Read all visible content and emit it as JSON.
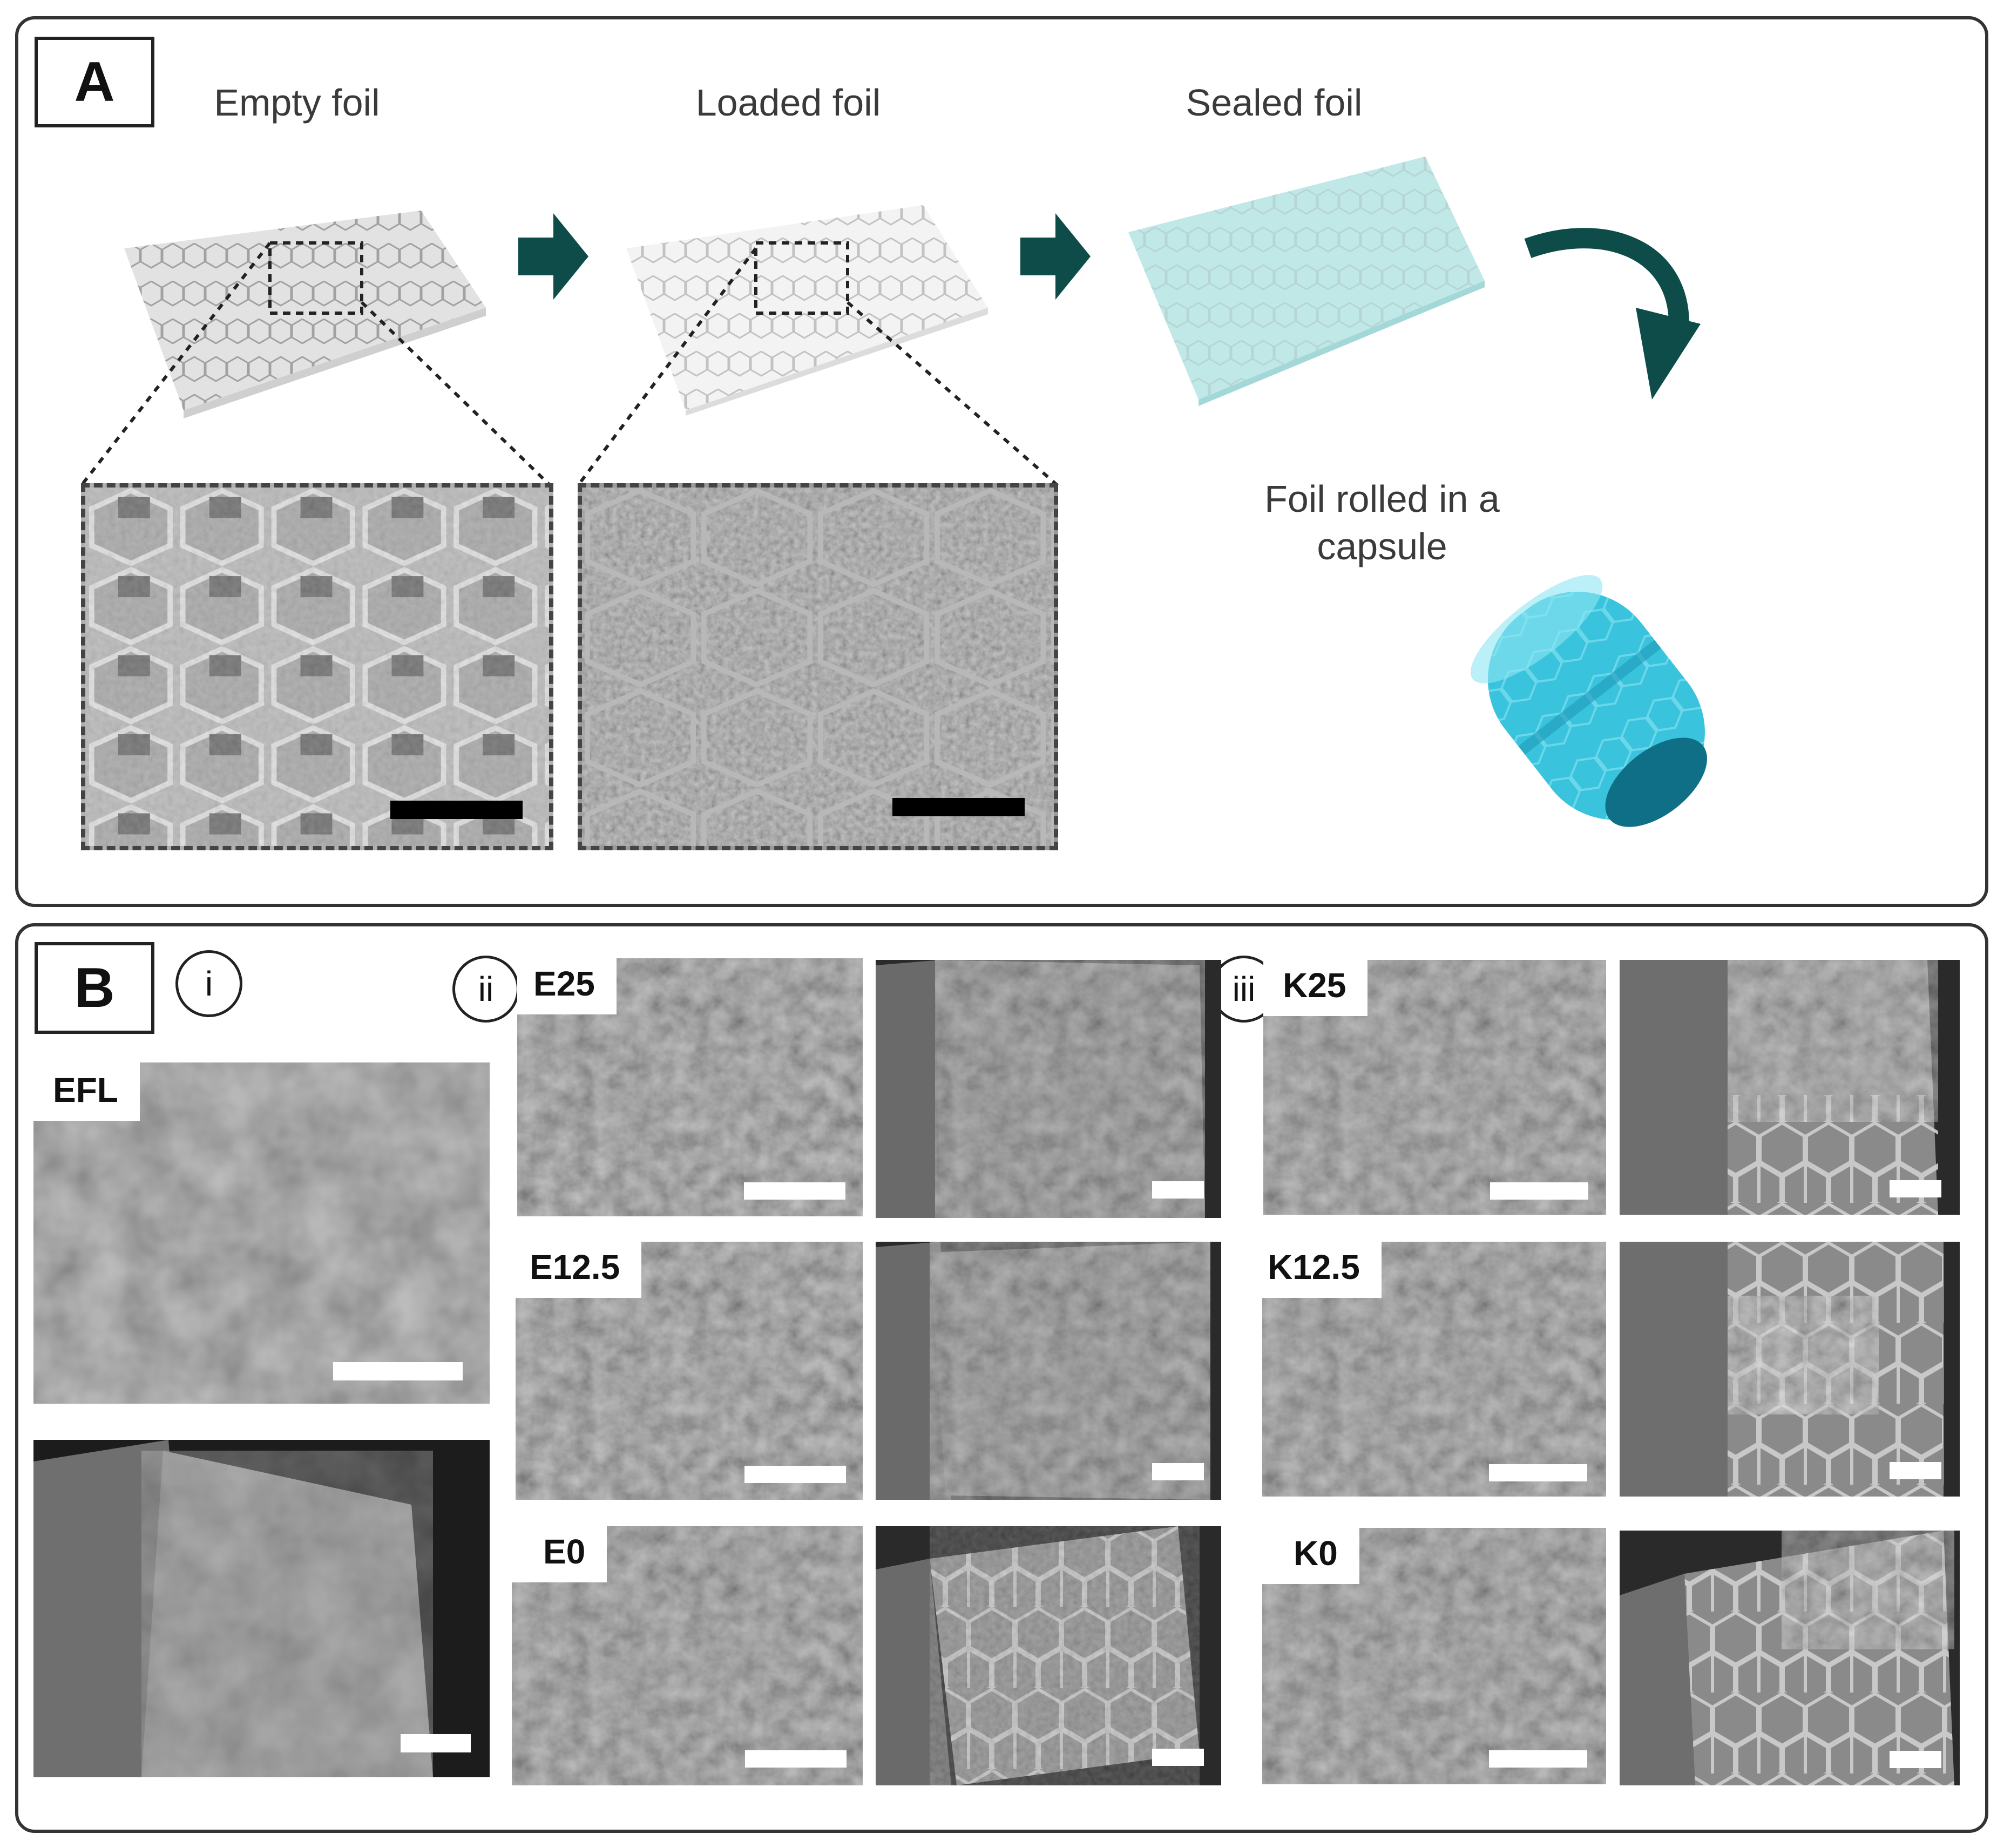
{
  "panel_a": {
    "letter": "A",
    "steps": [
      "Empty foil",
      "Loaded foil",
      "Sealed foil"
    ],
    "capsule_label": "Foil rolled in a capsule",
    "colors": {
      "arrow": "#0e4c4a",
      "sealed": "#b9e6e5",
      "capsule": "#2bb5d2"
    }
  },
  "panel_b": {
    "letter": "B",
    "sections": [
      "i",
      "ii",
      "iii"
    ],
    "efl_label": "EFL",
    "e_labels": [
      "E25",
      "E12.5",
      "E0"
    ],
    "k_labels": [
      "K25",
      "K12.5",
      "K0"
    ]
  }
}
